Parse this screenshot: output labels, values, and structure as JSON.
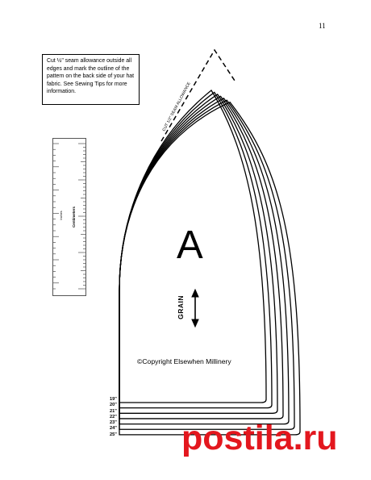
{
  "page": {
    "number": "11"
  },
  "instructions": {
    "text": "Cut ½\" seam allowance outside all edges and mark the outline of the pattern on the back side of your hat fabric. See Sewing Tips for more information."
  },
  "seam_label": "CUT 1/2\" SEAM ALLOWANCE",
  "ruler": {
    "unit_label": "Centimeters",
    "sublabel": "Inches"
  },
  "pattern": {
    "piece_letter": "A",
    "grain_label": "GRAIN",
    "copyright": "©Copyright Elsewhen Millinery",
    "sizes": [
      "19\"",
      "20\"",
      "21\"",
      "22\"",
      "23\"",
      "24\"",
      "25\""
    ]
  },
  "watermark": {
    "text": "postila.ru",
    "color": "#e3171e"
  }
}
